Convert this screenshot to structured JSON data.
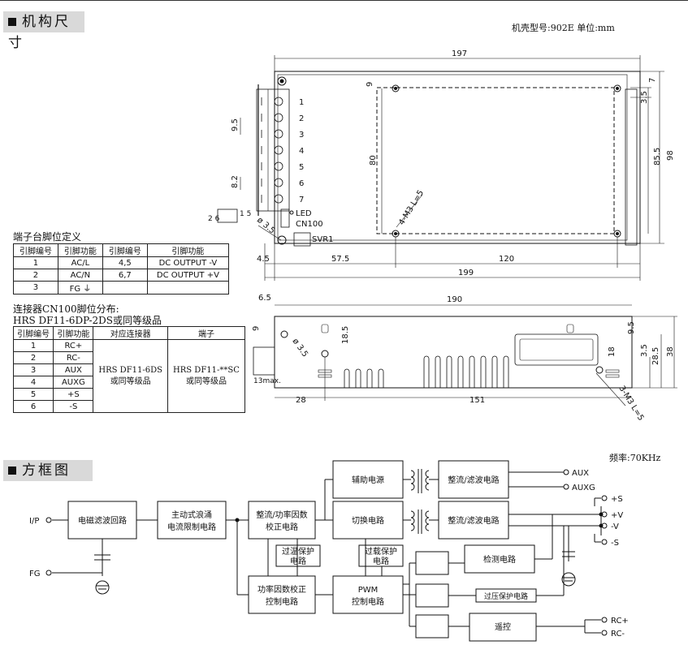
{
  "sections": {
    "mechanical_title": "机构尺寸",
    "block_title": "方框图"
  },
  "case_info": "机壳型号:902E   单位:mm",
  "frequency": "频率:70KHz",
  "terminal": {
    "title": "端子台脚位定义",
    "headers": [
      "引脚编号",
      "引脚功能",
      "引脚编号",
      "引脚功能"
    ],
    "rows": [
      [
        "1",
        "AC/L",
        "4,5",
        "DC OUTPUT -V"
      ],
      [
        "2",
        "AC/N",
        "6,7",
        "DC OUTPUT +V"
      ],
      [
        "3",
        "FG ⏚",
        "",
        ""
      ]
    ]
  },
  "connector": {
    "title": "连接器CN100脚位分布:",
    "subtitle": "HRS DF11-6DP-2DS或同等级品",
    "headers": [
      "引脚编号",
      "引脚功能",
      "对应连接器",
      "端子"
    ],
    "rows": [
      [
        "1",
        "RC+"
      ],
      [
        "2",
        "RC-"
      ],
      [
        "3",
        "AUX"
      ],
      [
        "4",
        "AUXG"
      ],
      [
        "5",
        "+S"
      ],
      [
        "6",
        "-S"
      ]
    ],
    "mating": "HRS DF11-6DS\n或同等级品",
    "terminal": "HRS DF11-**SC\n或同等级品"
  },
  "top_view": {
    "dims": {
      "width_197": "197",
      "width_199": "199",
      "width_57_5": "57.5",
      "width_120": "120",
      "left_4_5": "4.5",
      "height_80": "80",
      "height_85_5": "85.5",
      "height_98": "98",
      "top_9": "9",
      "right_7": "7",
      "right_3_5": "3.5",
      "pitch_9_5": "9.5",
      "pitch_8_2": "8.2",
      "dia_3_5": "ø 3.5",
      "screw": "4-M3 L=5"
    },
    "pins": [
      "1",
      "2",
      "3",
      "4",
      "5",
      "6",
      "7"
    ],
    "labels": {
      "led": "LED",
      "cn100": "CN100",
      "svr1": "SVR1",
      "cn_pins_1": "1 5",
      "cn_pins_2": "2 6"
    }
  },
  "side_view": {
    "dims": {
      "left_6_5": "6.5",
      "width_190": "190",
      "top_9": "9",
      "dia_3_5": "ø 3.5",
      "hole_18_5": "18.5",
      "h_9_5": "9.5",
      "h_18": "18",
      "h_3_5": "3.5",
      "h_28_5": "28.5",
      "h_38": "38",
      "max_13": "13max.",
      "w_28": "28",
      "w_151": "151",
      "screw": "3-M3 L=5"
    }
  },
  "block_diagram": {
    "inputs": {
      "ip": "I/P",
      "fg": "FG"
    },
    "blocks": {
      "emi": "电磁滤波回路",
      "inrush_1": "主动式浪涌",
      "inrush_2": "电流限制电路",
      "pfc_1": "整流/功率因数",
      "pfc_2": "校正电路",
      "aux_power": "辅助电源",
      "switching": "切换电路",
      "rect_aux": "整流/滤波电路",
      "rect_main": "整流/滤波电路",
      "otp_1": "过温保护",
      "otp_2": "电路",
      "olp_1": "过载保护",
      "olp_2": "电路",
      "pfc_ctrl_1": "功率因数校正",
      "pfc_ctrl_2": "控制电路",
      "pwm_1": "PWM",
      "pwm_2": "控制电路",
      "detect": "检测电路",
      "ovp": "过压保护电路",
      "remote": "遥控"
    },
    "outputs": {
      "aux": "AUX",
      "auxg": "AUXG",
      "ps": "+S",
      "pv": "+V",
      "nv": "-V",
      "ns": "-S",
      "rcp": "RC+",
      "rcn": "RC-"
    }
  }
}
